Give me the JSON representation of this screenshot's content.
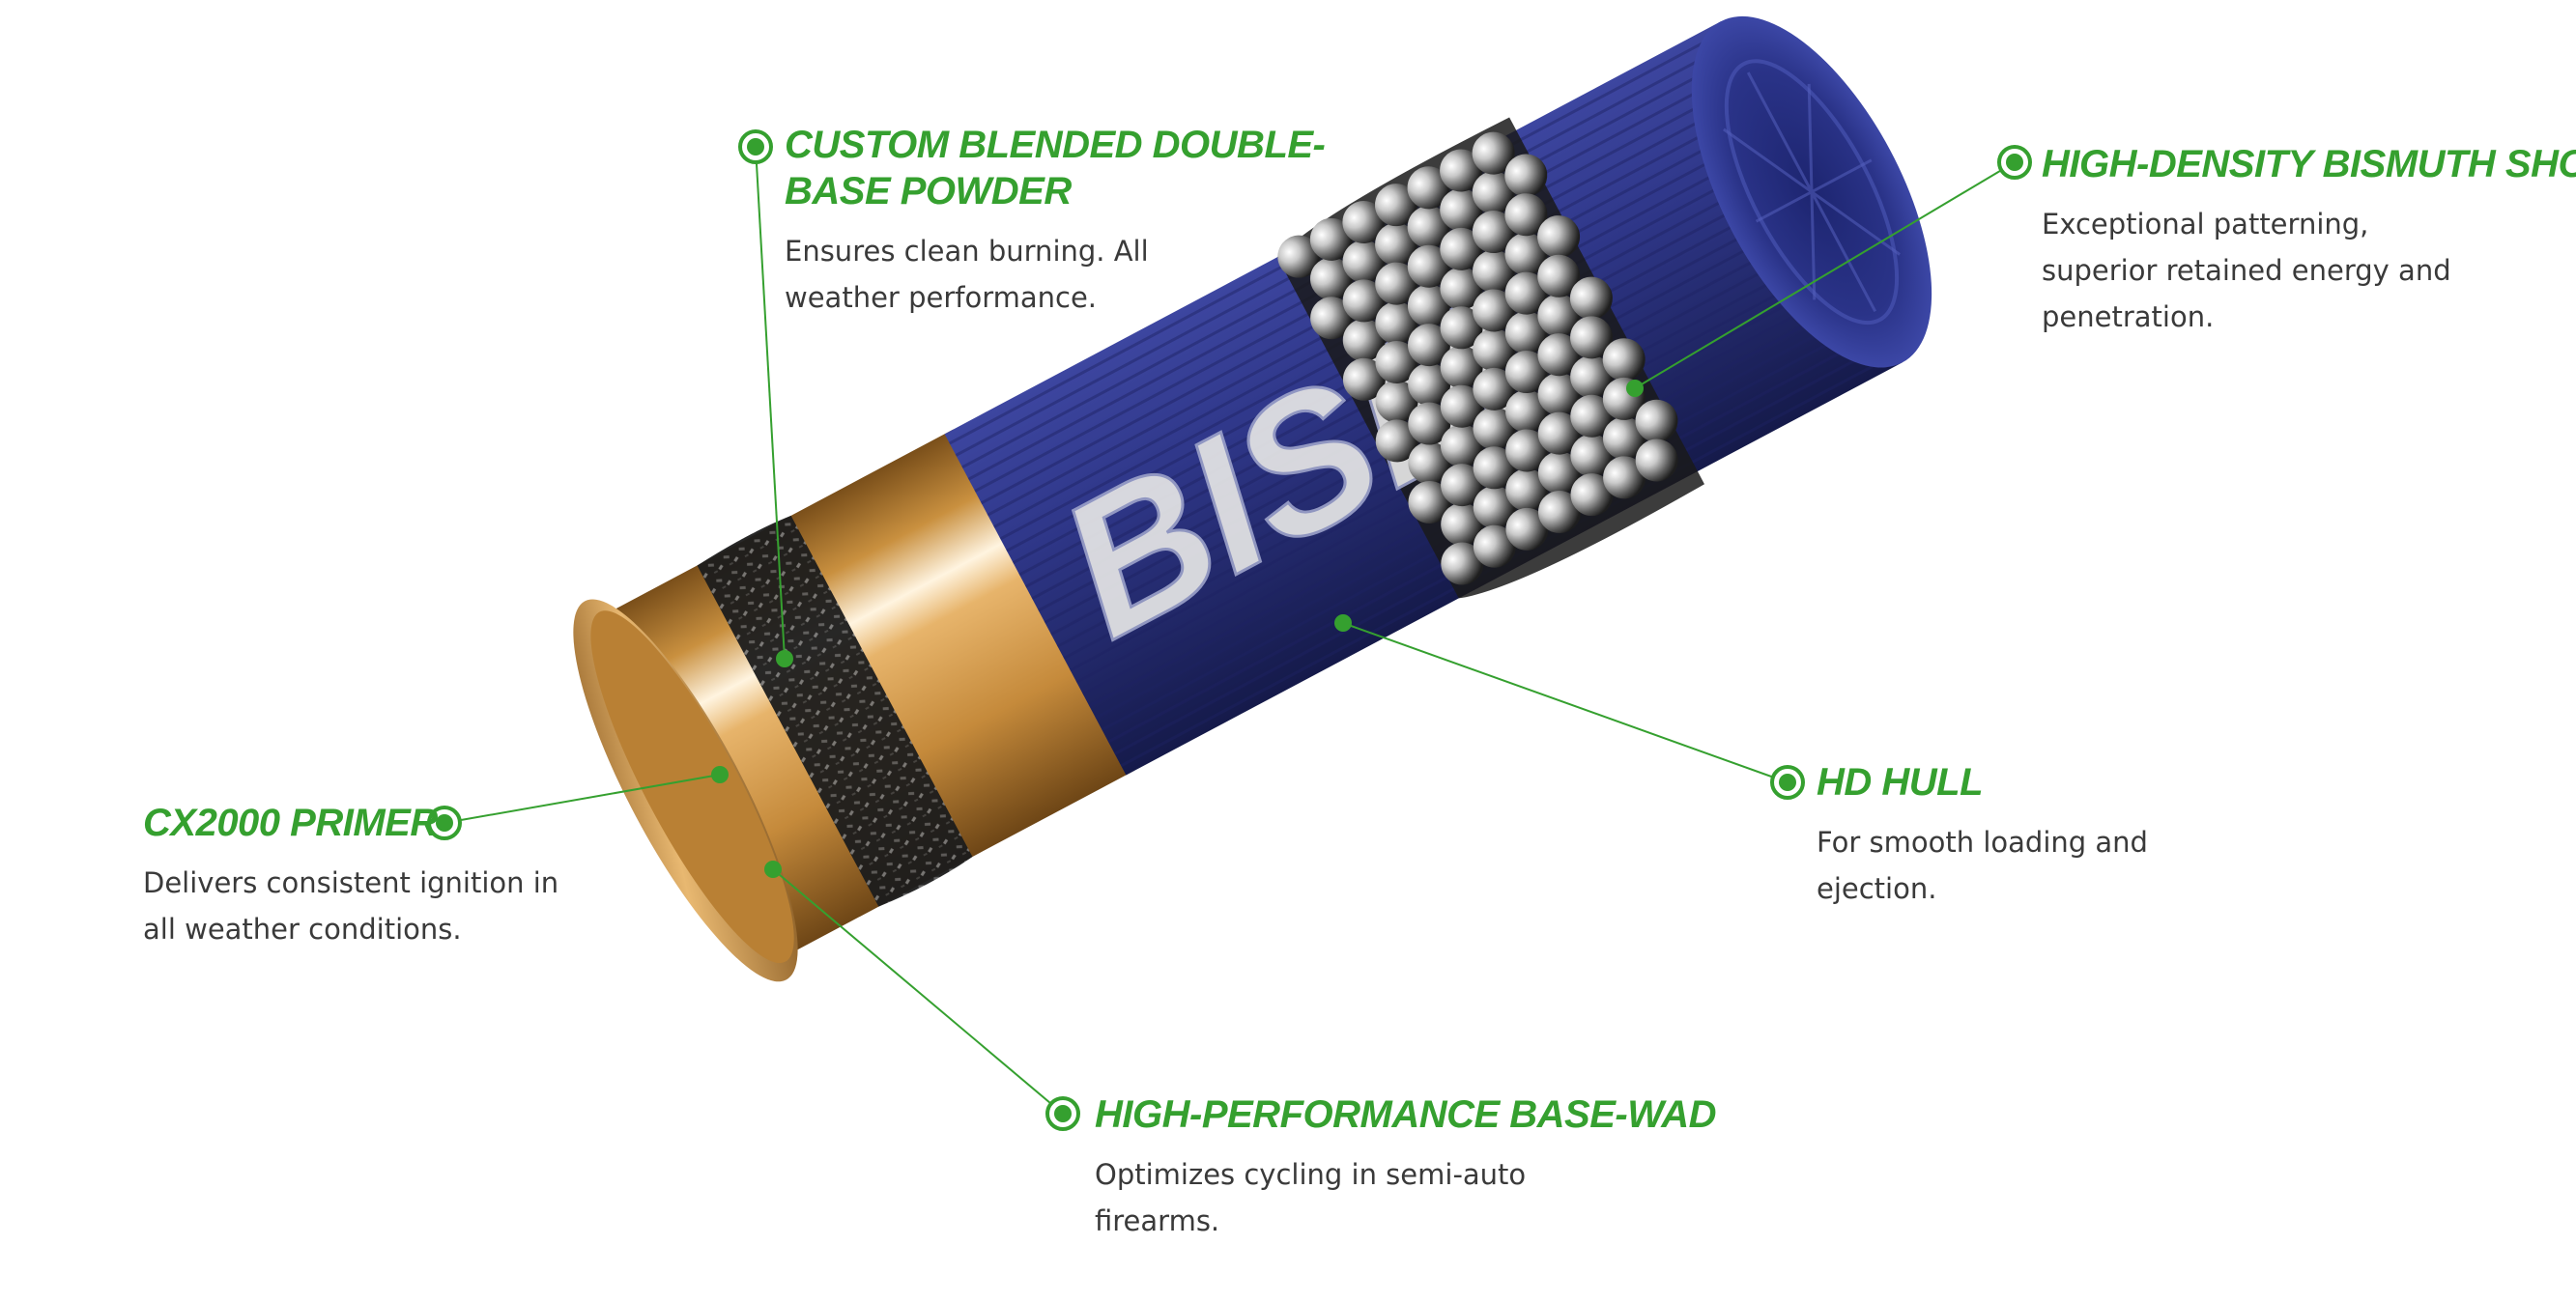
{
  "colors": {
    "accent": "#35a02f",
    "text": "#3a3a3a",
    "hull": "#2b3380",
    "brass": "#c9903f"
  },
  "shell": {
    "brand_text": "BISM"
  },
  "callouts": {
    "powder": {
      "title_line1": "CUSTOM BLENDED DOUBLE-",
      "title_line2": "BASE POWDER",
      "desc_line1": "Ensures clean burning. All",
      "desc_line2": "weather performance."
    },
    "shot": {
      "title": "HIGH-DENSITY BISMUTH SHOT",
      "desc_line1": "Exceptional patterning,",
      "desc_line2": "superior retained energy and",
      "desc_line3": "penetration."
    },
    "hull": {
      "title": "HD HULL",
      "desc_line1": "For smooth loading and",
      "desc_line2": "ejection."
    },
    "primer": {
      "title": "CX2000 PRIMER",
      "desc_line1": "Delivers consistent ignition in",
      "desc_line2": "all weather conditions."
    },
    "wad": {
      "title": "HIGH-PERFORMANCE BASE-WAD",
      "desc_line1": "Optimizes cycling in semi-auto",
      "desc_line2": "firearms."
    }
  }
}
